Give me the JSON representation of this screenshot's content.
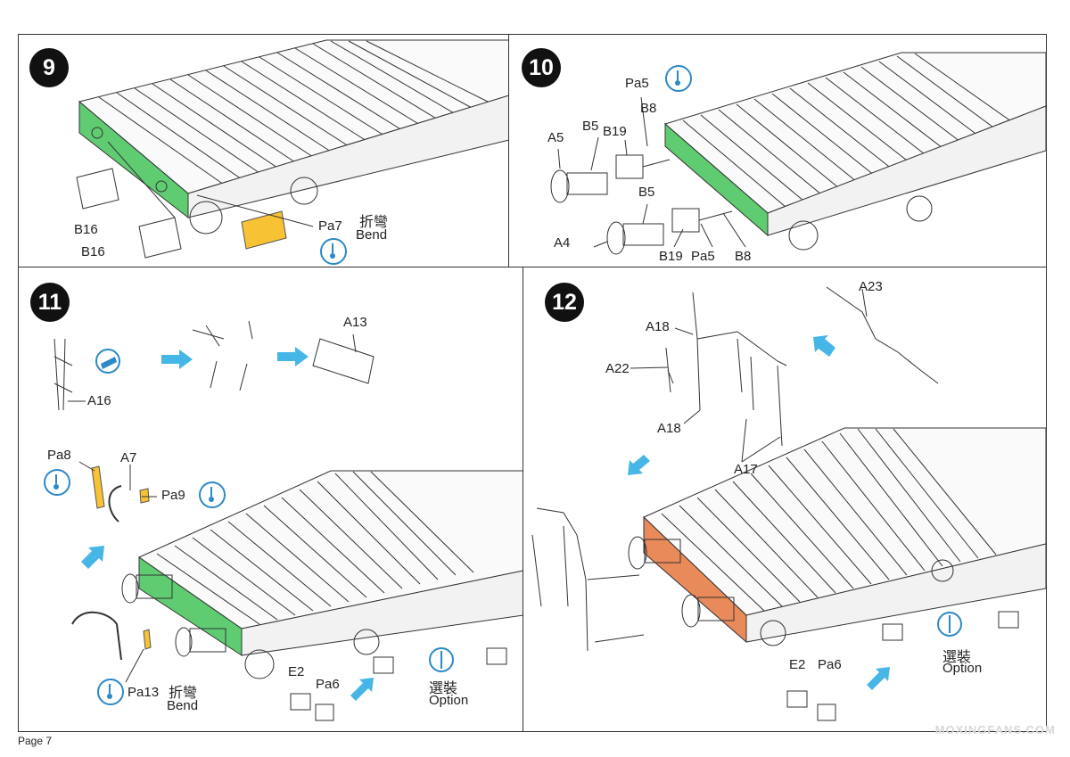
{
  "page": {
    "number": "Page 7"
  },
  "watermark": {
    "text": "MOXINGFANS.COM"
  },
  "colors": {
    "highlight_green": "#5fcc72",
    "highlight_orange": "#e98a5a",
    "photo_etch_yellow": "#f7c234",
    "arrow_blue": "#46b6e6"
  },
  "step9": {
    "number": "9",
    "labels": {
      "b16_upper": "B16",
      "b16_lower": "B16",
      "pa7": "Pa7",
      "bend_cn": "折彎",
      "bend_en": "Bend"
    }
  },
  "step10": {
    "number": "10",
    "labels": {
      "pa5_top": "Pa5",
      "b8_top": "B8",
      "a5": "A5",
      "b5_top": "B5",
      "b19_top": "B19",
      "b5_bottom": "B5",
      "a4": "A4",
      "b19_bottom": "B19",
      "pa5_bottom": "Pa5",
      "b8_bottom": "B8"
    }
  },
  "step11": {
    "number": "11",
    "labels": {
      "a16": "A16",
      "a13": "A13",
      "pa8": "Pa8",
      "a7": "A7",
      "pa9": "Pa9",
      "pa13": "Pa13",
      "bend_cn": "折彎",
      "bend_en": "Bend",
      "e2": "E2",
      "pa6": "Pa6",
      "option_cn": "選裝",
      "option_en": "Option"
    }
  },
  "step12": {
    "number": "12",
    "labels": {
      "a23": "A23",
      "a18_top": "A18",
      "a22": "A22",
      "a18_bottom": "A18",
      "a17": "A17",
      "e2": "E2",
      "pa6": "Pa6",
      "option_cn": "選裝",
      "option_en": "Option"
    }
  }
}
